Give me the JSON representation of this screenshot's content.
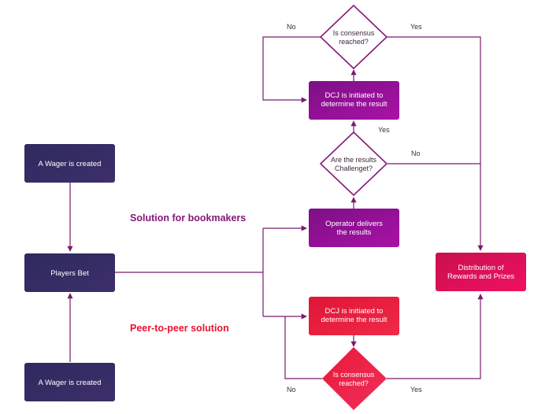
{
  "colors": {
    "navy": "#2d2a5c",
    "purple": "#8a0e93",
    "magenta": "#c2187a",
    "red": "#ea2036",
    "crimson": "#e8104a",
    "connector": "#7a1a6e",
    "section_bookmakers": "#86197a",
    "section_p2p": "#e8132f"
  },
  "sections": {
    "bookmakers": "Solution for bookmakers",
    "p2p": "Peer-to-peer solution"
  },
  "nodes": {
    "wager_top": "A Wager is created",
    "players_bet": "Players Bet",
    "wager_bottom": "A Wager is created",
    "operator_line1": "Operator delivers",
    "operator_line2": "the results",
    "dcj_top_line1": "DCJ is initiated to",
    "dcj_top_line2": "determine the result",
    "dcj_bottom_line1": "DCJ is initiated to",
    "dcj_bottom_line2": "determine the result",
    "distribution_line1": "Distribution of",
    "distribution_line2": "Rewards and Prizes"
  },
  "decisions": {
    "consensus_top_line1": "Is consensus",
    "consensus_top_line2": "reached?",
    "challenged_line1": "Are the results",
    "challenged_line2": "Challenget?",
    "consensus_bottom_line1": "Is consensus",
    "consensus_bottom_line2": "reached?"
  },
  "edge_labels": {
    "top_no": "No",
    "top_yes": "Yes",
    "challenged_yes": "Yes",
    "challenged_no": "No",
    "bottom_no": "No",
    "bottom_yes": "Yes"
  }
}
